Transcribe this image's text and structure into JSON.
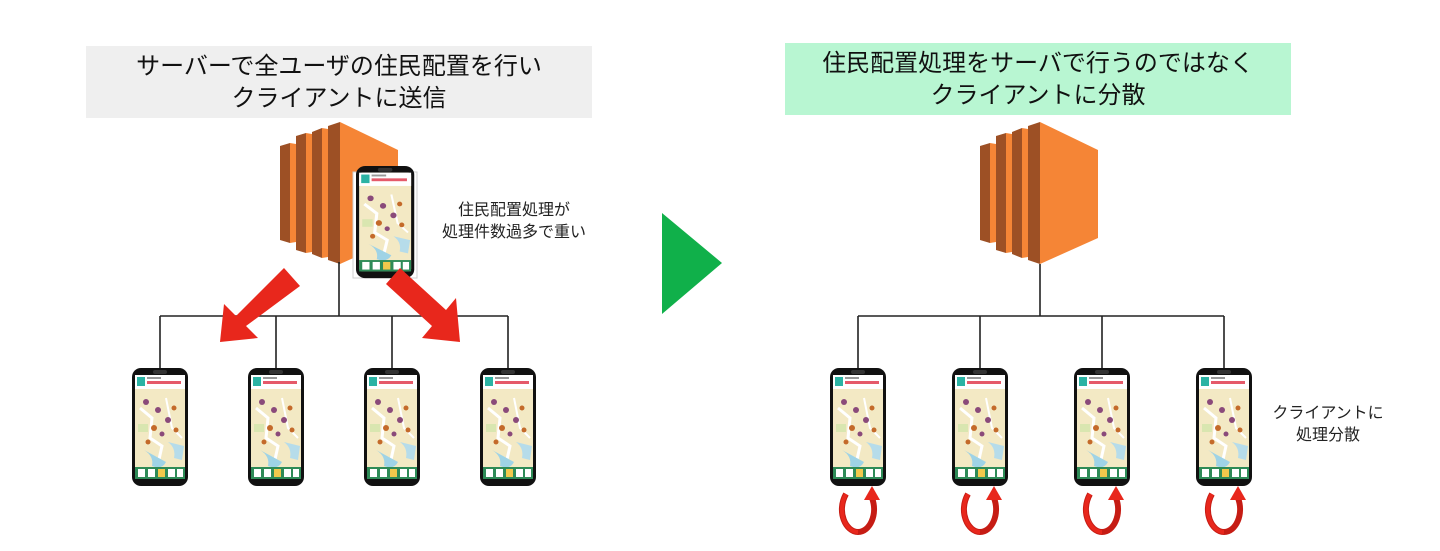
{
  "left_panel": {
    "title_lines": [
      "サーバーで全ユーザの住民配置を行い",
      "クライアントに送信"
    ],
    "note_lines": [
      "住民配置処理が",
      "処理件数過多で重い"
    ]
  },
  "right_panel": {
    "title_lines": [
      "住民配置処理をサーバで行うのではなく",
      "クライアントに分散"
    ],
    "note_lines": [
      "クライアントに",
      "処理分散"
    ]
  },
  "colors": {
    "server_orange": "#f58536",
    "server_dark": "#9d5025",
    "arrow_red": "#e8271c",
    "transition_green": "#10b04a",
    "left_title_bg": "#efefef",
    "right_title_bg": "#b8f6d2"
  },
  "icons": [
    "server-icon",
    "smartphone-icon",
    "app-screenshot-icon",
    "red-arrow-icon",
    "cycle-arrow-icon",
    "play-triangle-icon"
  ]
}
